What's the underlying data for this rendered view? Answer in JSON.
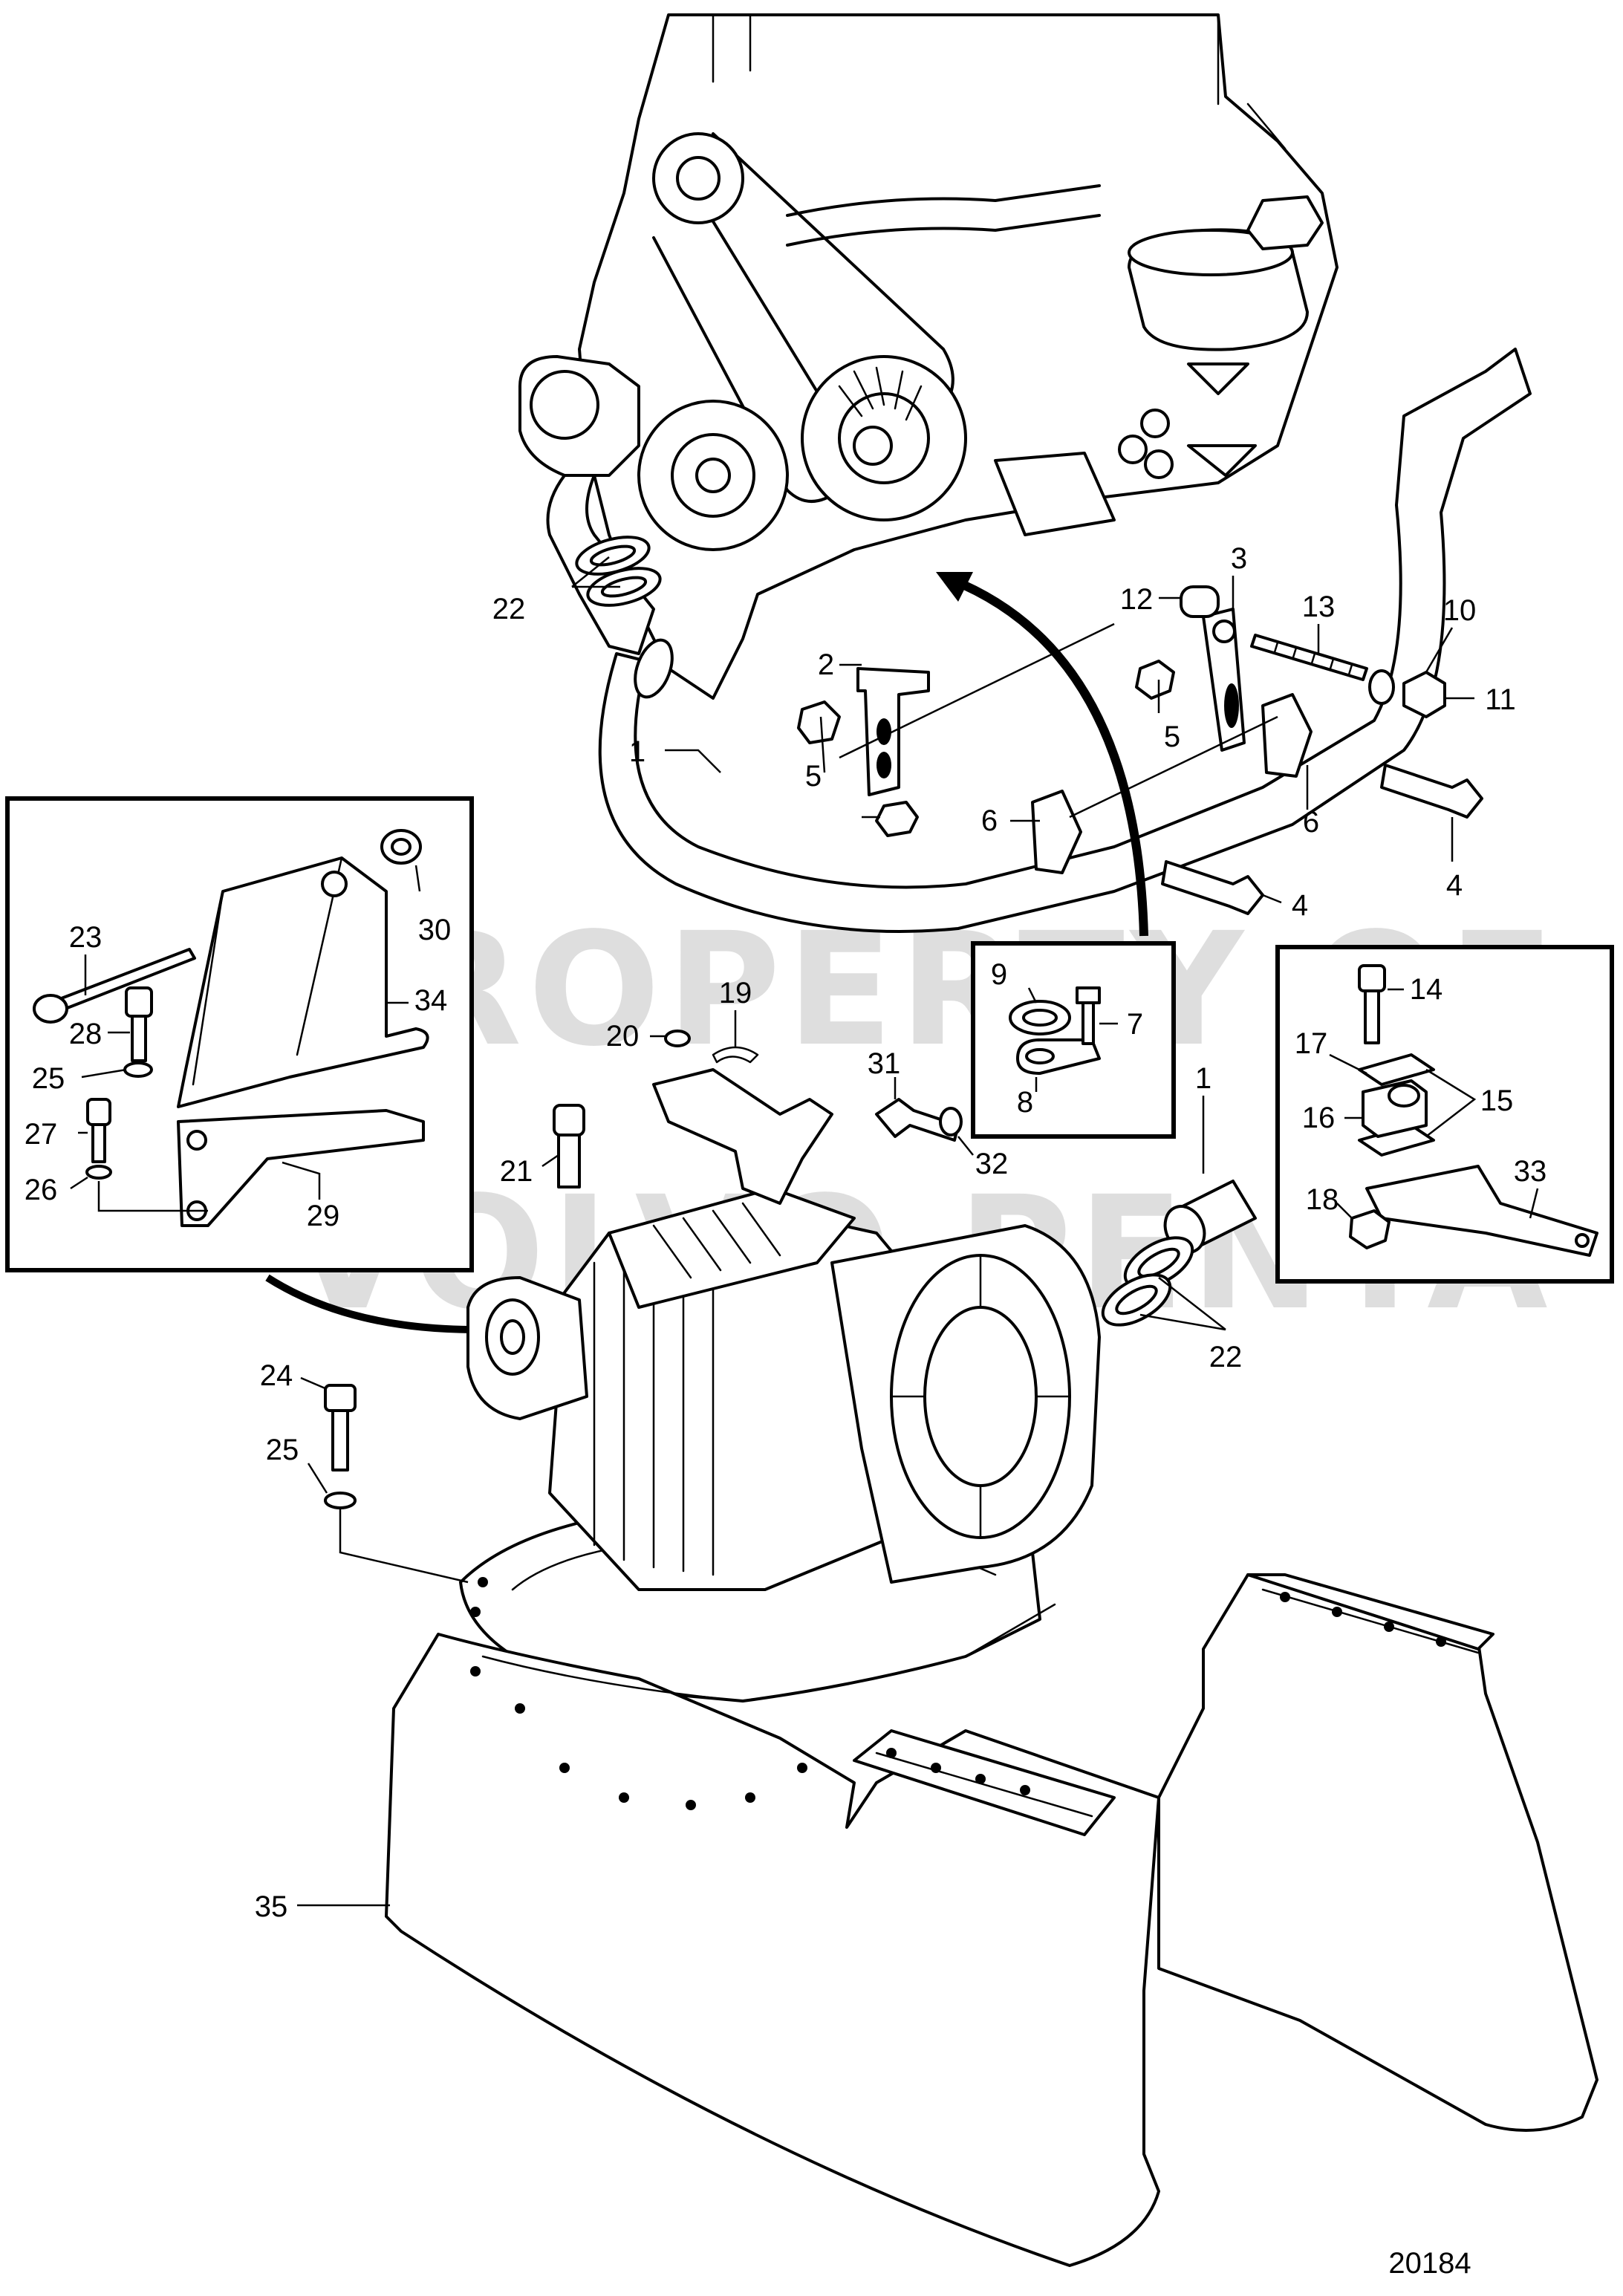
{
  "drawing_number": "20184",
  "watermark": {
    "line1": "PROPERTY OF",
    "line2": "VOLVO PENTA"
  },
  "callouts": [
    {
      "id": "c1a",
      "label": "1"
    },
    {
      "id": "c1b",
      "label": "1"
    },
    {
      "id": "c2",
      "label": "2"
    },
    {
      "id": "c3",
      "label": "3"
    },
    {
      "id": "c4a",
      "label": "4"
    },
    {
      "id": "c4b",
      "label": "4"
    },
    {
      "id": "c5a",
      "label": "5"
    },
    {
      "id": "c5b",
      "label": "5"
    },
    {
      "id": "c6a",
      "label": "6"
    },
    {
      "id": "c6b",
      "label": "6"
    },
    {
      "id": "c7",
      "label": "7"
    },
    {
      "id": "c8",
      "label": "8"
    },
    {
      "id": "c9",
      "label": "9"
    },
    {
      "id": "c10",
      "label": "10"
    },
    {
      "id": "c11",
      "label": "11"
    },
    {
      "id": "c12",
      "label": "12"
    },
    {
      "id": "c13",
      "label": "13"
    },
    {
      "id": "c14",
      "label": "14"
    },
    {
      "id": "c15",
      "label": "15"
    },
    {
      "id": "c16",
      "label": "16"
    },
    {
      "id": "c17",
      "label": "17"
    },
    {
      "id": "c18",
      "label": "18"
    },
    {
      "id": "c19",
      "label": "19"
    },
    {
      "id": "c20",
      "label": "20"
    },
    {
      "id": "c21",
      "label": "21"
    },
    {
      "id": "c22a",
      "label": "22"
    },
    {
      "id": "c22b",
      "label": "22"
    },
    {
      "id": "c23",
      "label": "23"
    },
    {
      "id": "c24",
      "label": "24"
    },
    {
      "id": "c25a",
      "label": "25"
    },
    {
      "id": "c25b",
      "label": "25"
    },
    {
      "id": "c26",
      "label": "26"
    },
    {
      "id": "c27",
      "label": "27"
    },
    {
      "id": "c28",
      "label": "28"
    },
    {
      "id": "c29",
      "label": "29"
    },
    {
      "id": "c30",
      "label": "30"
    },
    {
      "id": "c31",
      "label": "31"
    },
    {
      "id": "c32",
      "label": "32"
    },
    {
      "id": "c33",
      "label": "33"
    },
    {
      "id": "c34",
      "label": "34"
    },
    {
      "id": "c35",
      "label": "35"
    }
  ]
}
